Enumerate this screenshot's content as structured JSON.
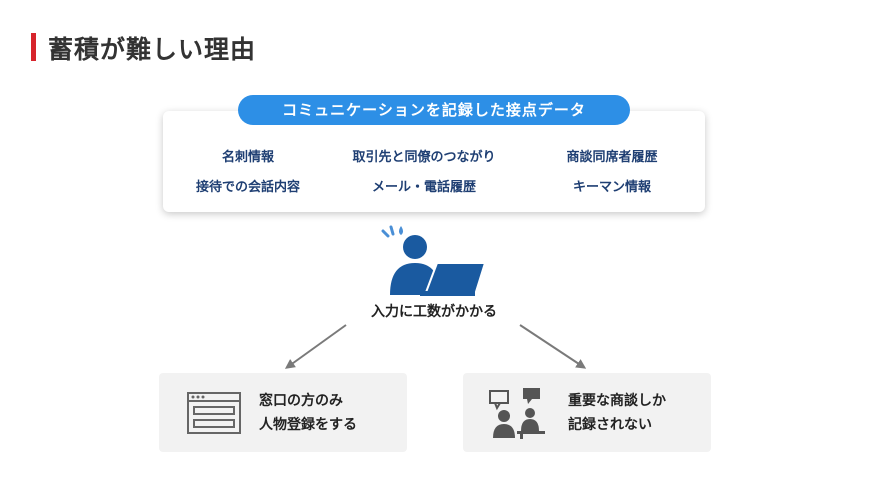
{
  "title": "蓄積が難しい理由",
  "banner": "コミュニケーションを記録した接点データ",
  "touchpoints": [
    "名刺情報",
    "取引先と同僚のつながり",
    "商談同席者履歴",
    "接待での会話内容",
    "メール・電話履歴",
    "キーマン情報"
  ],
  "caption": "入力に工数がかかる",
  "outcomes": [
    {
      "line1": "窓口の方のみ",
      "line2": "人物登録をする",
      "icon": "form-window-icon"
    },
    {
      "line1": "重要な商談しか",
      "line2": "記録されない",
      "icon": "meeting-people-icon"
    }
  ],
  "colors": {
    "accent": "#d7242c",
    "banner": "#2d8fe6",
    "navy": "#1f3f73",
    "person": "#1a5aa0",
    "sweat": "#4a8fd6",
    "arrow": "#7a7a7a",
    "box_bg": "#f2f2f2"
  }
}
